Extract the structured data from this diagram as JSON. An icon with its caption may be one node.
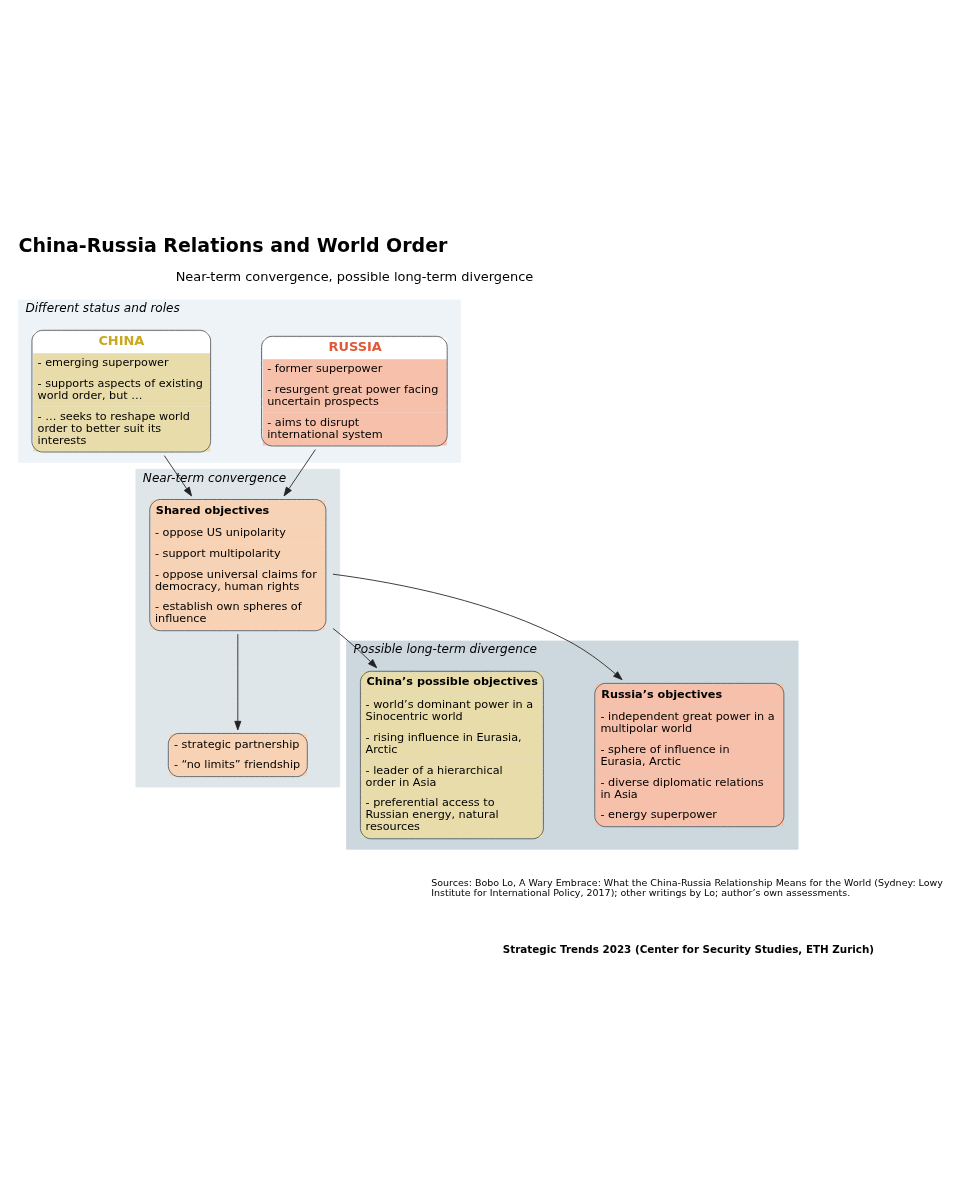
{
  "diagram": {
    "title": "China-Russia Relations and World Order",
    "nodes": [
      {
        "text": [
          "Different status and roles"
        ]
      },
      {
        "text": [
          "RUSSIA",
          "- former superpower",
          "- resurgent great power facing uncertain prospects",
          "- aims to disrupt international system"
        ],
        "in": 0
      },
      {
        "text": [
          "CHINA",
          "- emerging superpower",
          "- supports aspects of existing world order, but …",
          "- … seeks to reshape world order to better suit its interests"
        ],
        "in": 0
      },
      {
        "text": [
          "Near-term convergence"
        ]
      },
      {
        "text": [
          "Shared objectives",
          "- oppose US unipolarity",
          "- support multipolarity",
          "- oppose universal claims for democracy, human rights",
          "- establish own spheres of influence"
        ],
        "in": 3
      },
      {
        "text": [
          "- strategic partnership",
          "- “no limits” friendship"
        ],
        "in": 3
      },
      {
        "text": [
          "Possible long-term divergence"
        ]
      },
      {
        "text": [
          "Russia’s objectives",
          "- independent great power in a multipolar world",
          "- sphere of influence in Eurasia, Arctic",
          "- diverse diplomatic relations in Asia",
          "- energy superpower"
        ],
        "in": 6
      },
      {
        "text": [
          "China’s possible objectives",
          "- world’s dominant power in a Sinocentric world",
          "- rising influence in Eurasia, Arctic",
          "- leader of a hierarchical order in Asia",
          "- preferential access to Russian energy, natural resources"
        ],
        "in": 6
      }
    ],
    "edges": [
      {
        "from": 1,
        "to": 4,
        "arrow": "to"
      },
      {
        "from": 2,
        "to": 4,
        "arrow": "to"
      },
      {
        "from": 4,
        "to": 7,
        "arrow": "to"
      },
      {
        "from": 4,
        "to": 5,
        "arrow": "to"
      },
      {
        "from": 4,
        "to": 8,
        "arrow": "to"
      }
    ],
    "labels": [
      "Near-term convergence, possible long-term divergence",
      "Sources: Bobo Lo, A Wary Embrace: What the China-Russia Relationship Means for the World (Sydney: Lowy Institute for International Policy, 2017); other writings by Lo; author’s own assessments.",
      "Strategic Trends 2023 (Center for Security Studies, ETH Zurich)"
    ]
  }
}
